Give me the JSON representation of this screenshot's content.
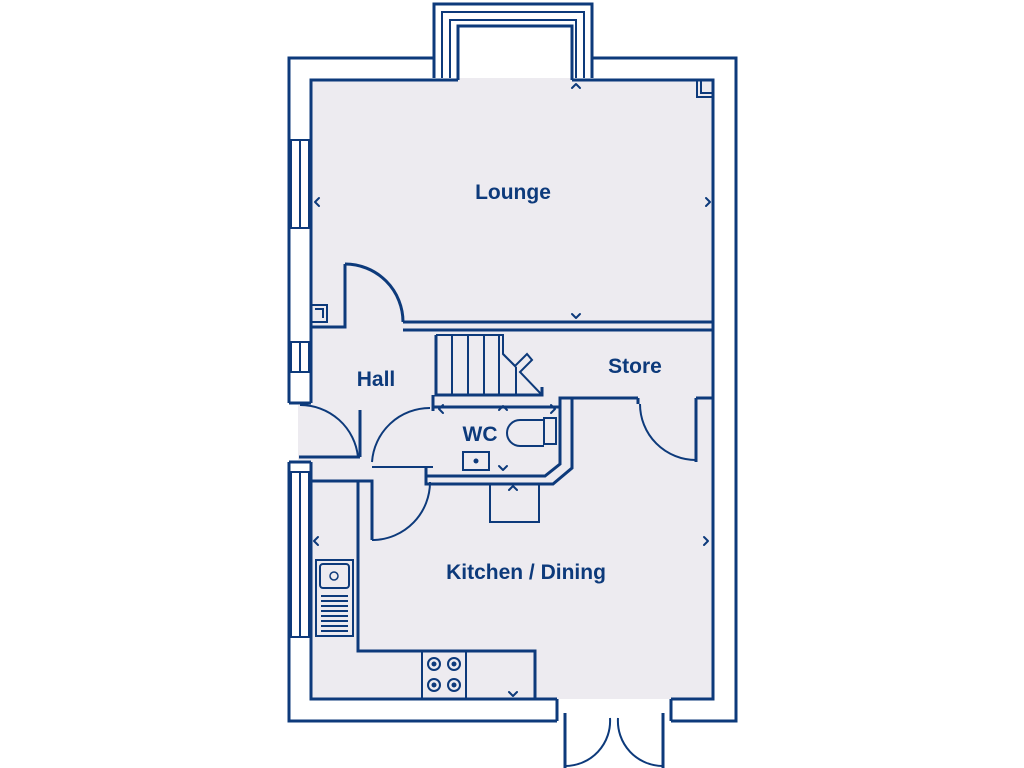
{
  "plan": {
    "colors": {
      "wall": "#0d3a7b",
      "floor": "#edebf0",
      "background": "#ffffff"
    },
    "rooms": [
      {
        "id": "lounge",
        "label": "Lounge"
      },
      {
        "id": "hall",
        "label": "Hall"
      },
      {
        "id": "store",
        "label": "Store"
      },
      {
        "id": "wc",
        "label": "WC"
      },
      {
        "id": "kitchen",
        "label": "Kitchen / Dining"
      }
    ],
    "fixtures": [
      "sink-icon",
      "hob-icon",
      "toilet-icon",
      "basin-icon",
      "staircase",
      "bay-window",
      "french-doors"
    ]
  }
}
